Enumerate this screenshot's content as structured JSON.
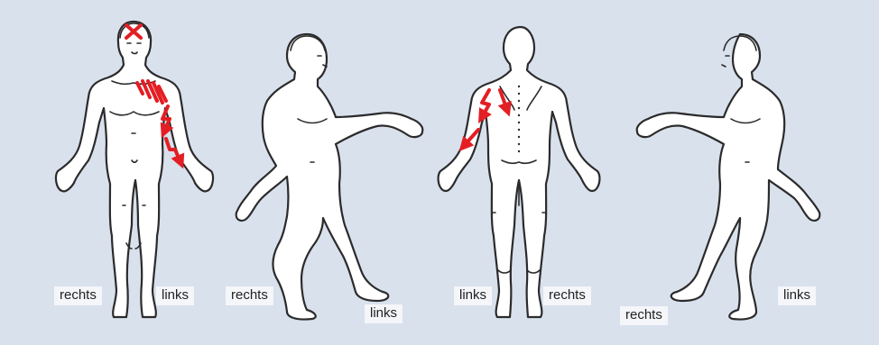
{
  "views": [
    {
      "name": "front",
      "labels": {
        "left_side": "rechts",
        "right_side": "links"
      }
    },
    {
      "name": "side-right",
      "labels": {
        "left_side": "rechts",
        "right_side": "links"
      }
    },
    {
      "name": "back",
      "labels": {
        "left_side": "links",
        "right_side": "rechts"
      }
    },
    {
      "name": "side-left",
      "labels": {
        "left_side": "rechts",
        "right_side": "links"
      }
    }
  ],
  "colors": {
    "background": "#d9e1ed",
    "body": "#ffffff",
    "outline": "#2b2b2b",
    "marking": "#e31e24",
    "label_bg": "#f4f6f9"
  },
  "markings": {
    "front": [
      "cross-head",
      "hatch-shoulder",
      "zigzag-arrow-arm",
      "zigzag-arrow-forearm"
    ],
    "back": [
      "zigzag-arrow-upper-arm",
      "arrow-forearm",
      "arrow-back"
    ]
  }
}
